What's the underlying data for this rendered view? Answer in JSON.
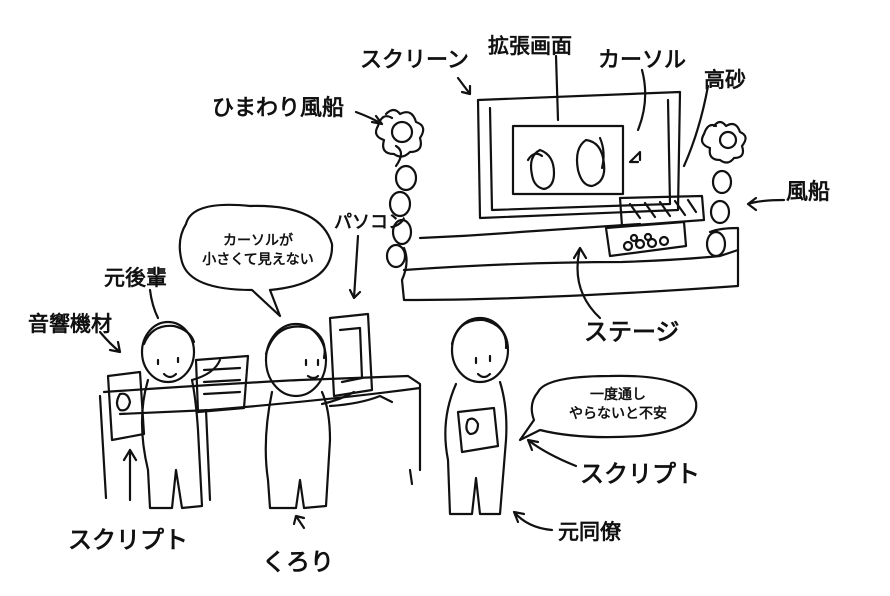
{
  "labels": {
    "screen": "スクリーン",
    "expanded_screen": "拡張画面",
    "cursor": "カーソル",
    "takasago": "高砂",
    "sunflower_balloon": "ひまわり風船",
    "balloon": "風船",
    "pc": "パソコン",
    "former_junior": "元後輩",
    "audio_equipment": "音響機材",
    "stage": "ステージ",
    "script_right": "スクリプト",
    "former_colleague": "元同僚",
    "script_left": "スクリプト",
    "kurori": "くろり"
  },
  "speech": {
    "kurori_line1": "カーソルが",
    "kurori_line2": "小さくて見えない",
    "colleague_line1": "一度通し",
    "colleague_line2": "やらないと不安"
  }
}
